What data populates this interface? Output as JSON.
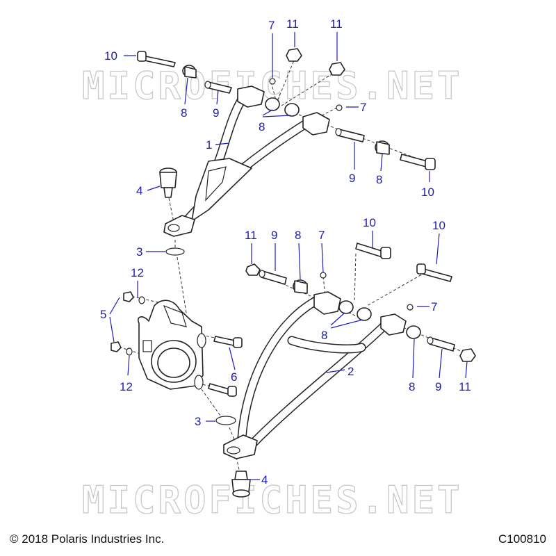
{
  "watermarks": [
    "MICROFICHES.NET",
    "MICROFICHES.NET"
  ],
  "callouts": [
    {
      "id": "c10a",
      "text": "10"
    },
    {
      "id": "c7a",
      "text": "7"
    },
    {
      "id": "c11a",
      "text": "11"
    },
    {
      "id": "c11b",
      "text": "11"
    },
    {
      "id": "c8a",
      "text": "8"
    },
    {
      "id": "c9a",
      "text": "9"
    },
    {
      "id": "c8b",
      "text": "8"
    },
    {
      "id": "c7b",
      "text": "7"
    },
    {
      "id": "c1",
      "text": "1"
    },
    {
      "id": "c9b",
      "text": "9"
    },
    {
      "id": "c8c",
      "text": "8"
    },
    {
      "id": "c4a",
      "text": "4"
    },
    {
      "id": "c10b",
      "text": "10"
    },
    {
      "id": "c3a",
      "text": "3"
    },
    {
      "id": "c11c",
      "text": "11"
    },
    {
      "id": "c9c",
      "text": "9"
    },
    {
      "id": "c8d",
      "text": "8"
    },
    {
      "id": "c7c",
      "text": "7"
    },
    {
      "id": "c10c",
      "text": "10"
    },
    {
      "id": "c10d",
      "text": "10"
    },
    {
      "id": "c12a",
      "text": "12"
    },
    {
      "id": "c5",
      "text": "5"
    },
    {
      "id": "c7d",
      "text": "7"
    },
    {
      "id": "c8e",
      "text": "8"
    },
    {
      "id": "c2",
      "text": "2"
    },
    {
      "id": "c6",
      "text": "6"
    },
    {
      "id": "c12b",
      "text": "12"
    },
    {
      "id": "c8f",
      "text": "8"
    },
    {
      "id": "c9d",
      "text": "9"
    },
    {
      "id": "c11d",
      "text": "11"
    },
    {
      "id": "c3b",
      "text": "3"
    },
    {
      "id": "c4b",
      "text": "4"
    }
  ],
  "footer": {
    "copyright": "© 2018 Polaris Industries Inc.",
    "figure_id": "C100810"
  },
  "colors": {
    "callout": "#1a1ab8",
    "line_art": "#222222",
    "watermark": "#c8c8c8"
  }
}
